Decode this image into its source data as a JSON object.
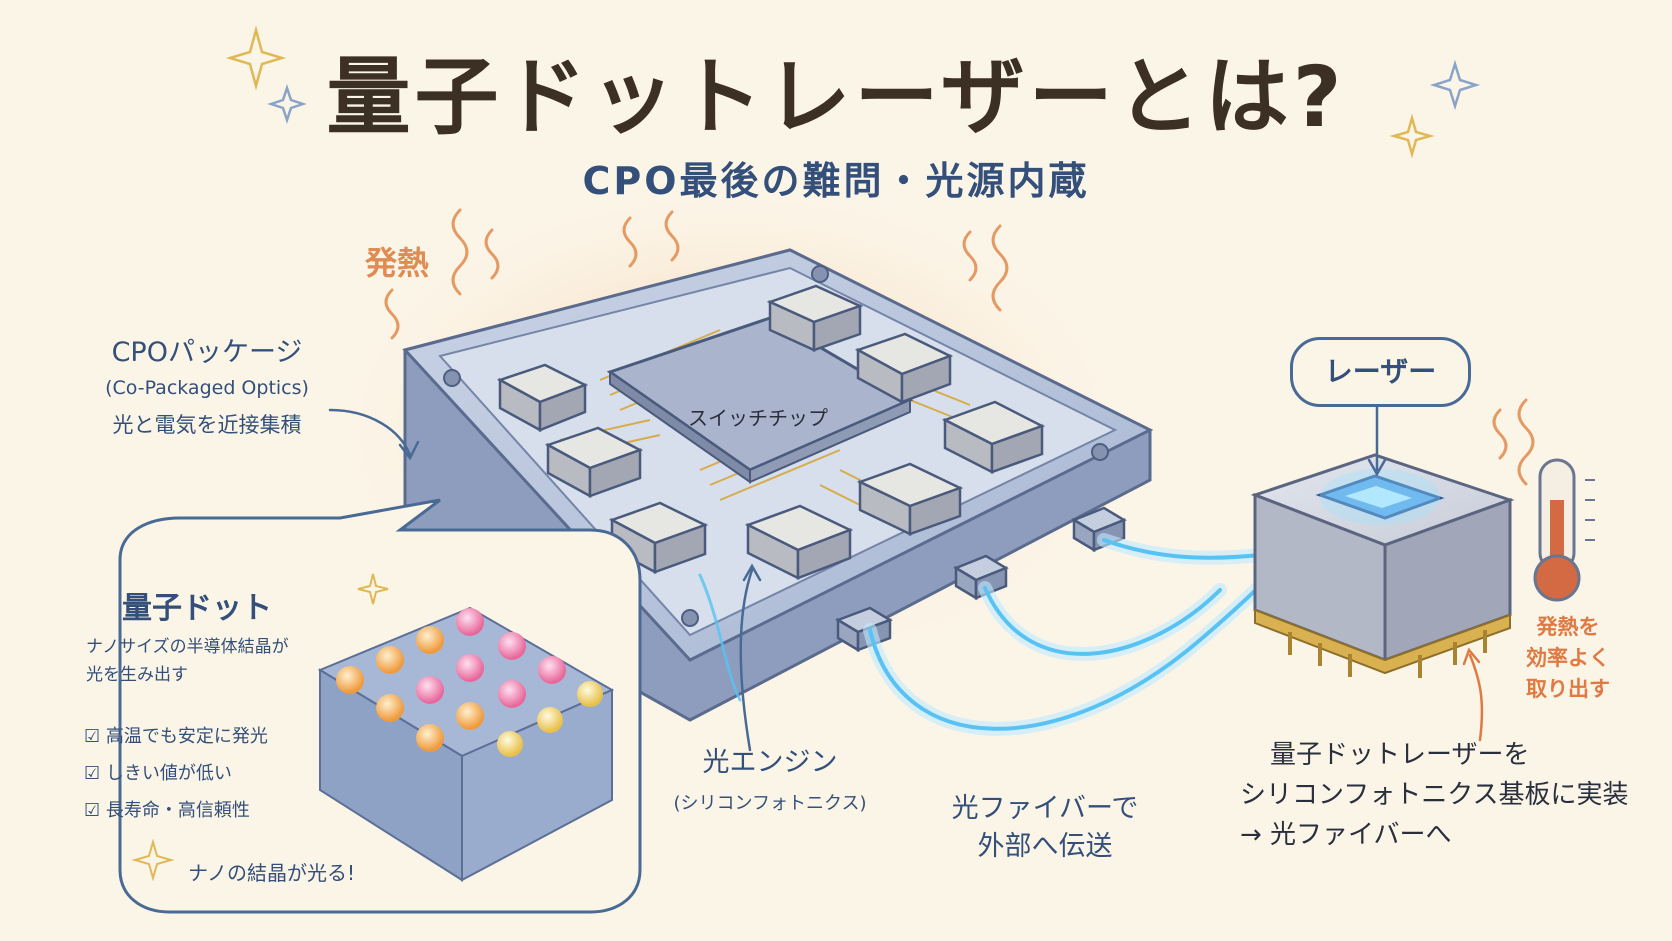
{
  "title": "量子ドットレーザーとは?",
  "subtitle": "CPO最後の難問・光源内蔵",
  "heat_label": "発熱",
  "cpo": {
    "name": "CPOパッケージ",
    "full": "(Co-Packaged Optics)",
    "desc": "光と電気を近接集積"
  },
  "switch_chip": "スイッチチップ",
  "quantum_dot": {
    "title": "量子ドット",
    "desc1": "ナノサイズの半導体結晶が",
    "desc2": "光を生み出す",
    "checks": [
      "高温でも安定に発光",
      "しきい値が低い",
      "長寿命・高信頼性"
    ],
    "footer": "ナノの結晶が光る!"
  },
  "optical_engine": {
    "name": "光エンジン",
    "sub": "(シリコンフォトニクス)"
  },
  "fiber": {
    "line1": "光ファイバーで",
    "line2": "外部へ伝送"
  },
  "laser": "レーザー",
  "heat_out": {
    "line1": "発熱を",
    "line2": "効率よく",
    "line3": "取り出す"
  },
  "mount": {
    "line1": "量子ドットレーザーを",
    "line2": "シリコンフォトニクス基板に実装",
    "line3": "→ 光ファイバーへ"
  },
  "colors": {
    "navy": "#34507a",
    "orange": "#e07a42",
    "title": "#3c2f24",
    "fiber": "#7fd8ff"
  }
}
